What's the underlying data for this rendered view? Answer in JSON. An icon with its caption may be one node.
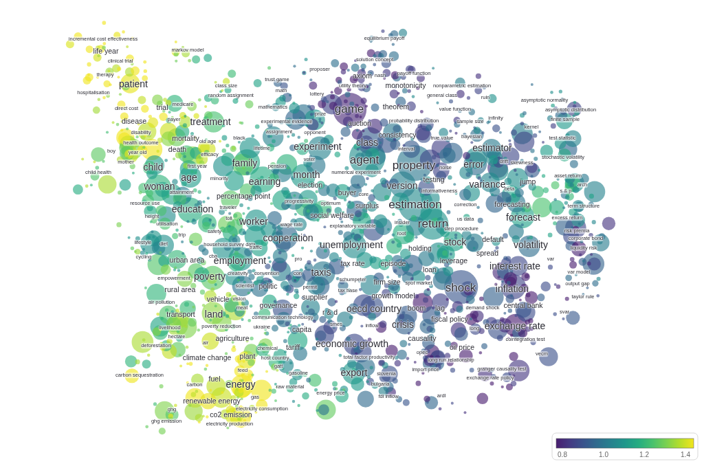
{
  "diagram": {
    "labels": [
      "incremental cost effectiveness",
      "equilibrium payoff",
      "life year",
      "markov model",
      "clinical trial",
      "solution concept",
      "therapy",
      "proposer",
      "payoff function",
      "trust game",
      "axiom",
      "nash",
      "patient",
      "class size",
      "utility theory",
      "monotonicity",
      "nonparametric estimation",
      "hospitalisation",
      "random assignment",
      "math",
      "lottery",
      "general class",
      "ruin",
      "asymptotic normality",
      "direct cost",
      "trial",
      "medicare",
      "mathematics",
      "game",
      "theorem",
      "value function",
      "prize",
      "asymptotic distribution",
      "disease",
      "payer",
      "treatment",
      "experimental evidence",
      "auction",
      "probability distribution",
      "sample size",
      "infinity",
      "finite sample",
      "kernel",
      "disability",
      "assignment",
      "opponent",
      "consistency",
      "bayesian",
      "health outcome",
      "mortality",
      "old age",
      "black",
      "class",
      "true value",
      "test statistic",
      "death",
      "lifetime",
      "experiment",
      "interval",
      "estimator",
      "boy",
      "year old",
      "efficacy",
      "stochastic volatility",
      "mother",
      "family",
      "voter",
      "agent",
      "error",
      "drift",
      "skewness",
      "child",
      "first year",
      "pension",
      "property",
      "noise",
      "child health",
      "age",
      "month",
      "numerical experiment",
      "asset return",
      "minority",
      "earning",
      "election",
      "testing",
      "variance",
      "jump",
      "arch",
      "woman",
      "attainment",
      "version",
      "informativeness",
      "beta",
      "s & p",
      "percentage point",
      "buyer",
      "core",
      "resource use",
      "progressivity",
      "optimum",
      "surplus",
      "estimation",
      "correction",
      "forecasting",
      "education",
      "traveler",
      "term structure",
      "height",
      "toll",
      "social welfare",
      "us data",
      "forecast",
      "excess return",
      "utilisation",
      "worker",
      "wage rate",
      "explanatory variable",
      "insider",
      "return",
      "safety",
      "step procedure",
      "risk premia",
      "trip",
      "cooperation",
      "root",
      "default",
      "corporate bond",
      "lifestyle",
      "diet",
      "household survey data",
      "traffic",
      "unemployment",
      "holding",
      "stock",
      "volatility",
      "spread",
      "liquidity risk",
      "cycling",
      "urban area",
      "cba",
      "employment",
      "pro",
      "leverage",
      "var",
      "tax rate",
      "episode",
      "interest rate",
      "creativity",
      "convention",
      "con",
      "taxis",
      "loan",
      "var model",
      "empowerment",
      "poverty",
      "schumpeter",
      "scientist",
      "politic",
      "permit",
      "firm size",
      "spot market",
      "shock",
      "output gap",
      "rural area",
      "tax base",
      "inflation",
      "vehicle",
      "vision",
      "supplier",
      "growth model",
      "taylor rule",
      "air pollution",
      "meat",
      "governance",
      "oecd country",
      "boom",
      "lag",
      "demand shock",
      "central bank",
      "transport",
      "land",
      "r & d",
      "svar",
      "communication technology",
      "fiscal policy",
      "livelihood",
      "poverty reduction",
      "ukraine",
      "capita",
      "smes",
      "inflow",
      "crisis",
      "long",
      "exchange rate",
      "hectare",
      "air",
      "agriculture",
      "causality",
      "cointegration test",
      "deforestation",
      "chemical",
      "tariff",
      "economic growth",
      "oil price",
      "plant",
      "opec",
      "vecm",
      "climate change",
      "host country",
      "total factor productivity",
      "long run relationship",
      "feed",
      "gatt",
      "import price",
      "granger causality test",
      "carbon sequestration",
      "gasoline",
      "export",
      "slovenia",
      "fuel",
      "energy",
      "bulgaria",
      "exchange rate policy",
      "carbon",
      "raw material",
      "gas",
      "energy price",
      "fdi inflow",
      "ardl",
      "renewable energy",
      "ghg",
      "electricity consumption",
      "co2 emission",
      "ghg emission",
      "electricity production",
      "0.8",
      "1.0",
      "1.2",
      "1.4"
    ]
  }
}
